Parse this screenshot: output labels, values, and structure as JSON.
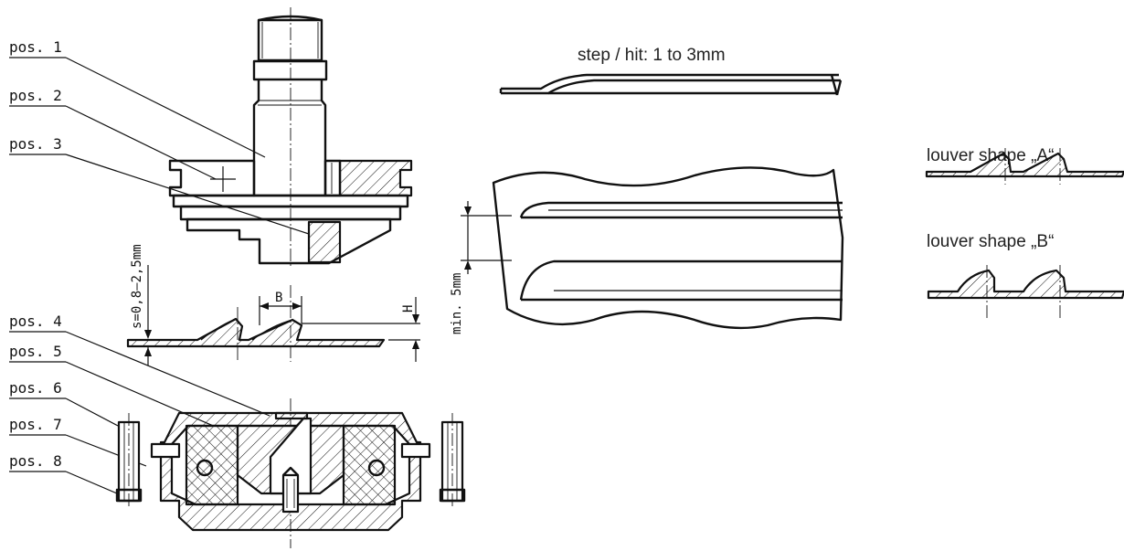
{
  "position_labels": [
    "pos. 1",
    "pos. 2",
    "pos. 3",
    "pos. 4",
    "pos. 5",
    "pos. 6",
    "pos. 7",
    "pos. 8"
  ],
  "annotations": {
    "step_hit": "step / hit: 1 to 3mm",
    "louver_a": "louver shape „A“",
    "louver_b": "louver shape „B“",
    "thickness": "s=0,8–2,5mm",
    "dim_b": "B",
    "dim_h": "H",
    "min_spacing": "min. 5mm"
  }
}
